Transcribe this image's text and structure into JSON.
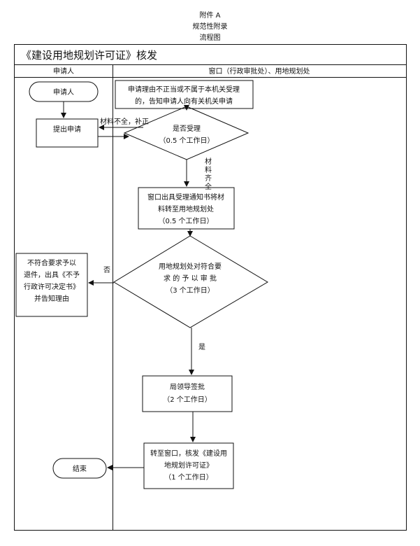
{
  "header": {
    "line1": "附件 A",
    "line2": "规范性附录",
    "line3": "流程图"
  },
  "table": {
    "title": "《建设用地规划许可证》核发",
    "col1": "申请人",
    "col2": "窗口（行政审批处）、用地规划处"
  },
  "nodes": {
    "start": "申请人",
    "submit": "提出申请",
    "reject_top": [
      "申请理由不正当或不属于本机关受理",
      "的，告知申请人向有关机关申请"
    ],
    "accept": [
      "是否受理",
      "（0.5 个工作日）"
    ],
    "window": [
      "窗口出具受理通知书将材",
      "料转至用地规划处",
      "（0.5 个工作日）"
    ],
    "review": [
      "用地规划处对符合要",
      "求 的 予 以 审 批",
      "（3 个工作日）"
    ],
    "reject": [
      "不符合要求予以",
      "退件，出具《不予",
      "行政许可决定书》",
      "并告知理由"
    ],
    "leader": [
      "局领导签批",
      "（2 个工作日）"
    ],
    "issue": [
      "转至窗口，核发《建设用",
      "地规划许可证》",
      "（1 个工作日）"
    ],
    "end": "结束"
  },
  "labels": {
    "incomplete": "材料不全，补正",
    "complete": [
      "材",
      "料",
      "齐",
      "全"
    ],
    "no": "否",
    "yes": "是"
  }
}
